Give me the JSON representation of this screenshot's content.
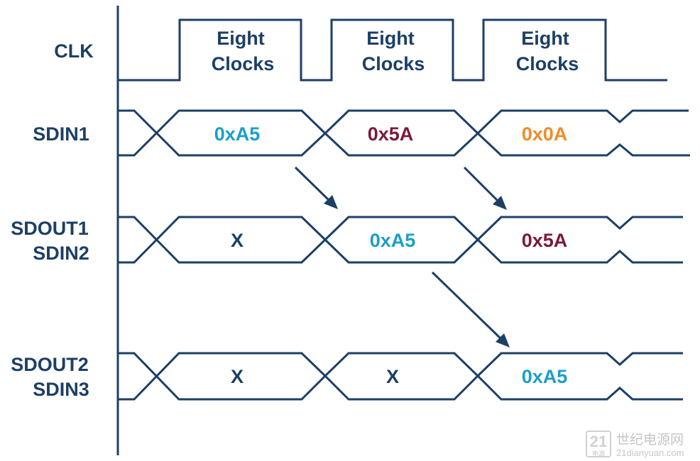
{
  "colors": {
    "ink": "#1c3f66",
    "val_a5": "#1a9fc9",
    "val_5a": "#7b1a3a",
    "val_0a": "#f08c2a",
    "watermark": "#c0c0c0"
  },
  "clk": {
    "label": "CLK",
    "pulses": [
      {
        "line1": "Eight",
        "line2": "Clocks"
      },
      {
        "line1": "Eight",
        "line2": "Clocks"
      },
      {
        "line1": "Eight",
        "line2": "Clocks"
      }
    ]
  },
  "rows": [
    {
      "labels": [
        "SDIN1"
      ],
      "cells": [
        {
          "text": "0xA5",
          "color": "#1a9fc9"
        },
        {
          "text": "0x5A",
          "color": "#7b1a3a"
        },
        {
          "text": "0x0A",
          "color": "#f08c2a"
        }
      ]
    },
    {
      "labels": [
        "SDOUT1",
        "SDIN2"
      ],
      "cells": [
        {
          "text": "X",
          "color": "#1c3f66"
        },
        {
          "text": "0xA5",
          "color": "#1a9fc9"
        },
        {
          "text": "0x5A",
          "color": "#7b1a3a"
        }
      ]
    },
    {
      "labels": [
        "SDOUT2",
        "SDIN3"
      ],
      "cells": [
        {
          "text": "X",
          "color": "#1c3f66"
        },
        {
          "text": "X",
          "color": "#1c3f66"
        },
        {
          "text": "0xA5",
          "color": "#1a9fc9"
        }
      ]
    }
  ],
  "watermark": {
    "badge": "21",
    "badge_sub": "电源",
    "site_cn": "世纪电源网",
    "site_url": "21dianyuan.com"
  }
}
